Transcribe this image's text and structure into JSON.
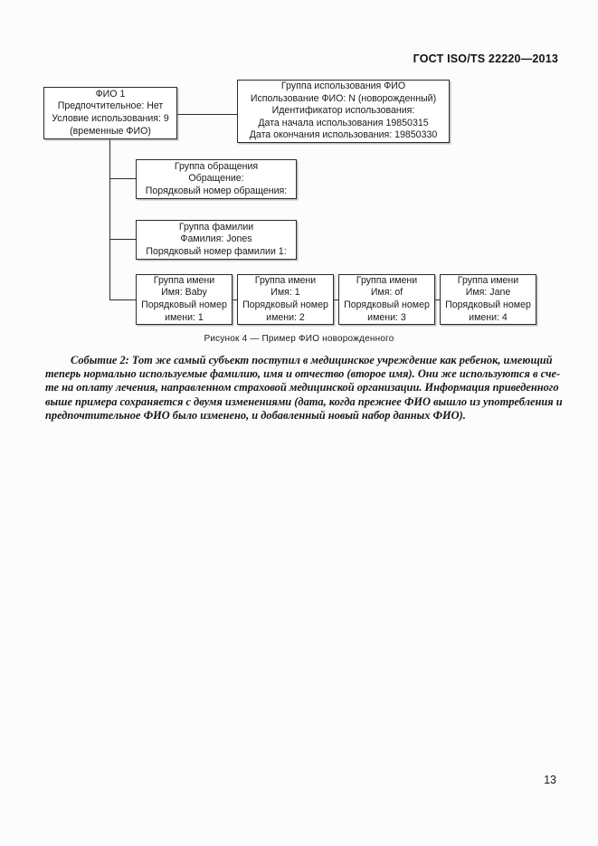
{
  "document": {
    "header": "ГОСТ ISO/TS 22220—2013",
    "page_number": "13"
  },
  "figure": {
    "caption": "Рисунок 4 — Пример ФИО новорожденного",
    "nodes": {
      "primary_name": {
        "lines": [
          "ФИО 1",
          "Предпочтительное: Нет",
          "Условие использования: 9",
          "(временные ФИО)"
        ]
      },
      "usage_group": {
        "lines": [
          "Группа использования ФИО",
          "Использование ФИО: N (новорожденный)",
          "Идентификатор использования:",
          "Дата начала использования  19850315",
          "Дата окончания использования: 19850330"
        ]
      },
      "title_group": {
        "lines": [
          "Группа обращения",
          "Обращение:",
          "Порядковый номер обращения:"
        ]
      },
      "family_group": {
        "lines": [
          "Группа фамилии",
          "Фамилия: Jones",
          "Порядковый номер фамилии 1:"
        ]
      },
      "given_groups": [
        {
          "lines": [
            "Группа имени",
            "Имя: Baby",
            "Порядковый номер",
            "имени: 1"
          ]
        },
        {
          "lines": [
            "Группа имени",
            "Имя: 1",
            "Порядковый номер",
            "имени: 2"
          ]
        },
        {
          "lines": [
            "Группа имени",
            "Имя: of",
            "Порядковый номер",
            "имени: 3"
          ]
        },
        {
          "lines": [
            "Группа имени",
            "Имя: Jane",
            "Порядковый номер",
            "имени: 4"
          ]
        }
      ]
    }
  },
  "body": {
    "paragraph_lines": [
      "Событие 2: Тот же самый субъект поступил в медицинское учреждение как ребенок, имеющий",
      "теперь нормально используемые фамилию, имя и отчество (второе имя). Они же используются в сче-",
      "те на оплату лечения, направленном страховой медицинской организации. Информация приведенного",
      "выше примера сохраняется с двумя изменениями (дата, когда прежнее ФИО вышло из употребления и",
      "предпочтительное ФИО было изменено, и добавленный новый набор данных ФИО)."
    ]
  }
}
